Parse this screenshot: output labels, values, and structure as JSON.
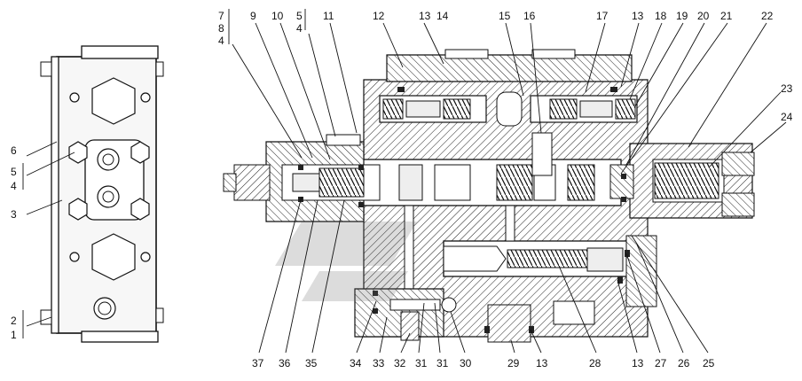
{
  "figure": {
    "left_view_labels": [
      "6",
      "5",
      "4",
      "3",
      "2",
      "1"
    ],
    "top_labels": [
      "7",
      "8",
      "4",
      "9",
      "10",
      "5",
      "4",
      "11",
      "12",
      "13",
      "14",
      "15",
      "16",
      "17",
      "13",
      "18",
      "19",
      "20",
      "21",
      "22"
    ],
    "right_labels": [
      "23",
      "24"
    ],
    "bottom_labels": [
      "37",
      "36",
      "35",
      "34",
      "33",
      "32",
      "31",
      "31",
      "30",
      "29",
      "13",
      "28",
      "13",
      "27",
      "26",
      "25"
    ]
  }
}
